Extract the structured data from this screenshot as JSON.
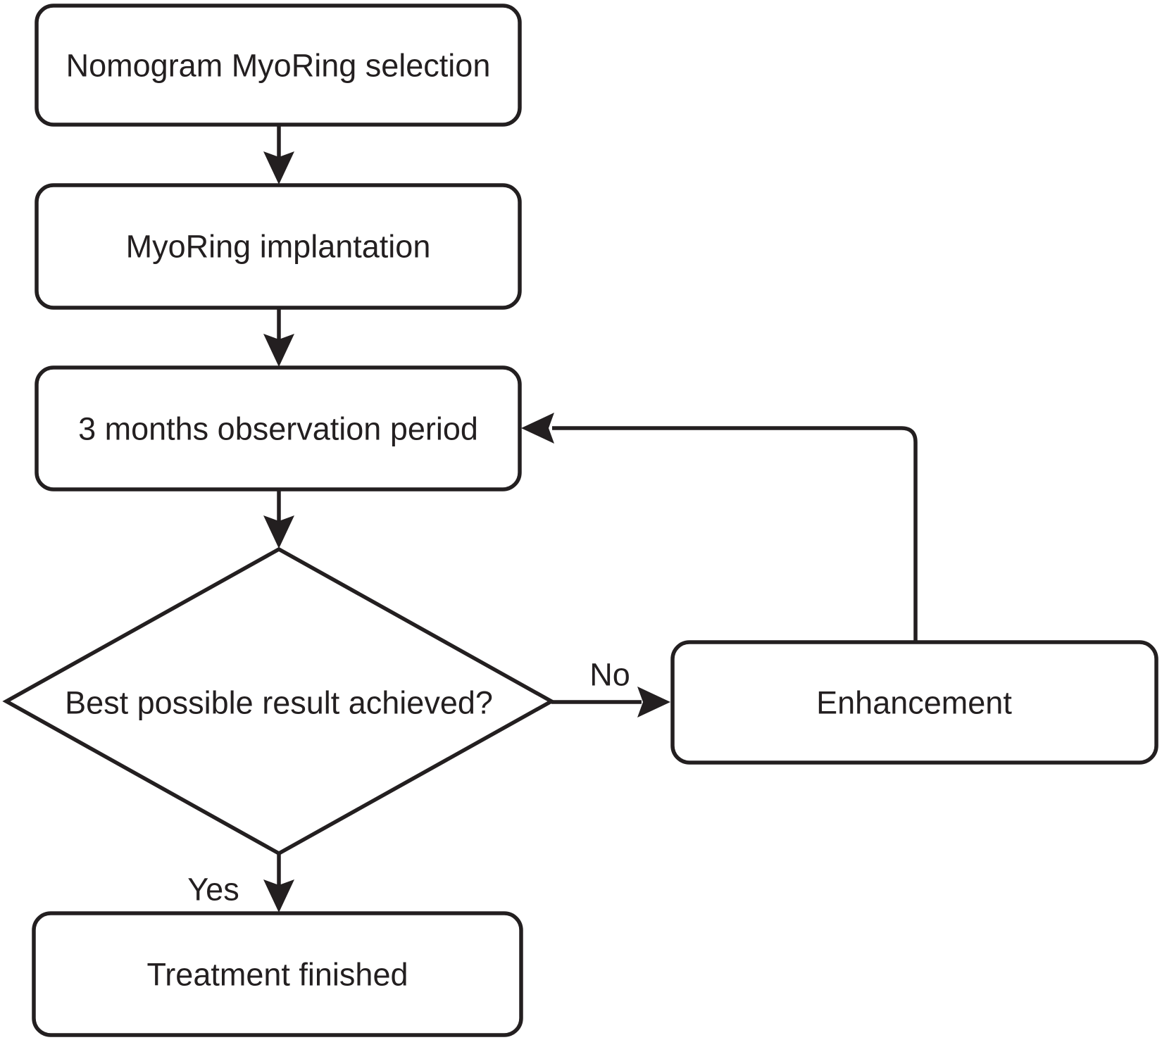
{
  "diagram_type": "flowchart",
  "colors": {
    "stroke": "#231f20",
    "background": "#ffffff"
  },
  "nodes": {
    "nomogram": {
      "label": "Nomogram MyoRing selection",
      "shape": "rounded-rect"
    },
    "implantation": {
      "label": "MyoRing implantation",
      "shape": "rounded-rect"
    },
    "observation": {
      "label": "3 months observation period",
      "shape": "rounded-rect"
    },
    "decision": {
      "label": "Best possible result achieved?",
      "shape": "diamond"
    },
    "enhancement": {
      "label": "Enhancement",
      "shape": "rounded-rect"
    },
    "finished": {
      "label": "Treatment finished",
      "shape": "rounded-rect"
    }
  },
  "edges": [
    {
      "from": "nomogram",
      "to": "implantation",
      "label": ""
    },
    {
      "from": "implantation",
      "to": "observation",
      "label": ""
    },
    {
      "from": "observation",
      "to": "decision",
      "label": ""
    },
    {
      "from": "decision",
      "to": "enhancement",
      "label": "No"
    },
    {
      "from": "enhancement",
      "to": "observation",
      "label": ""
    },
    {
      "from": "decision",
      "to": "finished",
      "label": "Yes"
    }
  ]
}
